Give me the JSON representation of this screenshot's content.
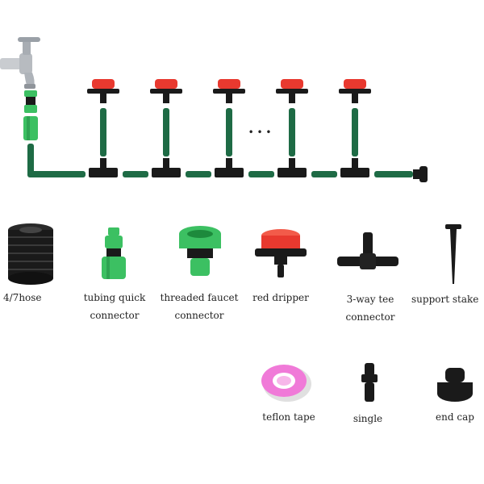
{
  "labels": {
    "hose": "4/7hose",
    "quick_connector": [
      "tubing quick",
      "connector"
    ],
    "faucet_connector": [
      "threaded faucet",
      "connector"
    ],
    "red_dripper": "red dripper",
    "tee_connector": [
      "3-way tee",
      "connector"
    ],
    "support_stake": "support stake",
    "teflon_tape": "teflon tape",
    "single": "single",
    "end_cap": "end cap",
    "ellipsis": "• • •"
  },
  "colors": {
    "tube_green": "#1e6b45",
    "connector_green": "#3cc062",
    "dripper_red": "#e8392f",
    "black_part": "#1a1a1a",
    "tape_pink": "#f07ad8"
  },
  "icons": [
    "faucet-icon",
    "hose-roll-icon",
    "dripper-icon",
    "tee-connector-icon",
    "stake-icon",
    "tape-icon",
    "end-cap-icon"
  ]
}
